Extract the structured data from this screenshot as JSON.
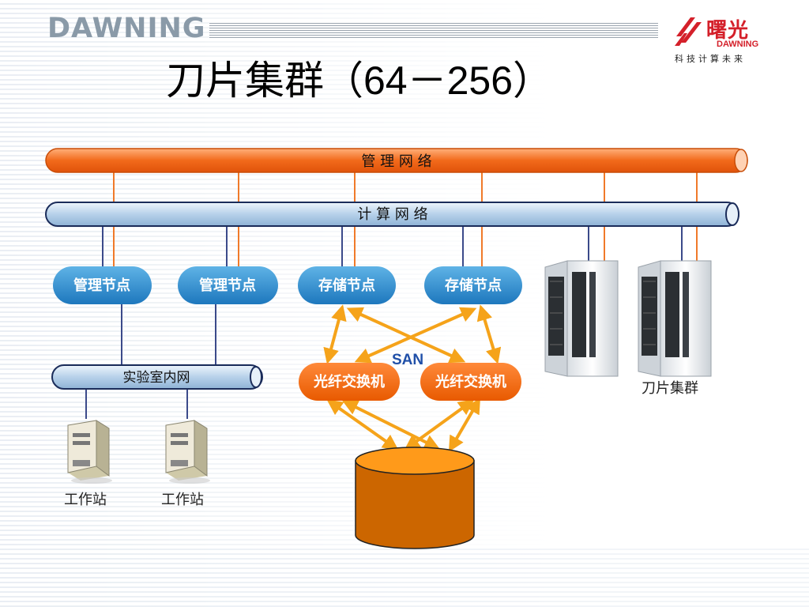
{
  "header": {
    "brand": "DAWNING",
    "logo_cn": "曙光",
    "logo_en": "DAWNING",
    "logo_slogan": "科技计算未来",
    "title_cn": "刀片集群（",
    "title_num": "64－256",
    "title_end": "）"
  },
  "diagram": {
    "management_network": "管 理 网 络",
    "compute_network": "计 算 网 络",
    "nodes": [
      {
        "label": "管理节点"
      },
      {
        "label": "管理节点"
      },
      {
        "label": "存储节点"
      },
      {
        "label": "存储节点"
      }
    ],
    "lab_network": "实验室内网",
    "san": "SAN",
    "switches": [
      {
        "label": "光纤交换机"
      },
      {
        "label": "光纤交换机"
      }
    ],
    "workstations": [
      {
        "label": "工作站"
      },
      {
        "label": "工作站"
      }
    ],
    "blade_cluster_label": "刀片集群",
    "colors": {
      "management_pipe": "#f07a2a",
      "compute_pipe": "#b9d3ea",
      "node_fill": "#2f8fd0",
      "switch_fill": "#f26a0d",
      "arrow": "#f5a31a",
      "storage": "#cc6600"
    }
  }
}
